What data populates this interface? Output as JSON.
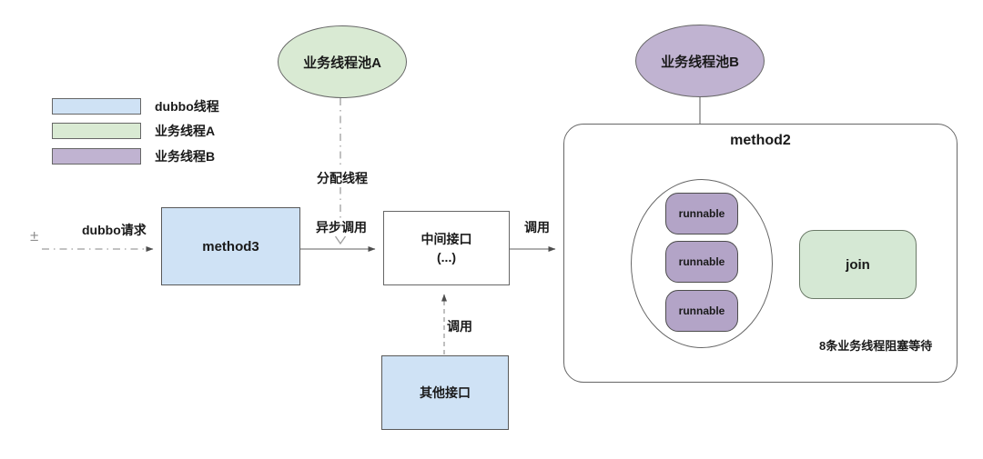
{
  "diagram": {
    "legend": {
      "items": [
        {
          "label": "dubbo线程",
          "color": "#cfe2f5"
        },
        {
          "label": "业务线程A",
          "color": "#d9ead3"
        },
        {
          "label": "业务线程B",
          "color": "#c0b3d1"
        }
      ]
    },
    "nodes": {
      "pool_a": "业务线程池A",
      "pool_b": "业务线程池B",
      "method3": "method3",
      "middle_interface": {
        "line1": "中间接口",
        "line2": "(...)"
      },
      "other_interface": "其他接口",
      "method2": "method2",
      "runnables": [
        "runnable",
        "runnable",
        "runnable"
      ],
      "join": "join"
    },
    "edge_labels": {
      "dubbo_request": "dubbo请求",
      "allocate_thread": "分配线程",
      "async_call": "异步调用",
      "call_to_method2": "调用",
      "call_from_other": "调用",
      "blocking_note": "8条业务线程阻塞等待"
    },
    "start_marker": "±",
    "colors": {
      "dubbo_thread_fill": "#cfe2f5",
      "thread_a_fill": "#d9ead3",
      "thread_b_fill": "#c0b3d1",
      "runnable_fill": "#b3a4c7",
      "shape_border": "#666666",
      "solid_wire": "#7f7f7f",
      "dashed_wire": "#9e9e9e",
      "arrowhead": "#4d4d4d",
      "background": "#ffffff"
    }
  }
}
